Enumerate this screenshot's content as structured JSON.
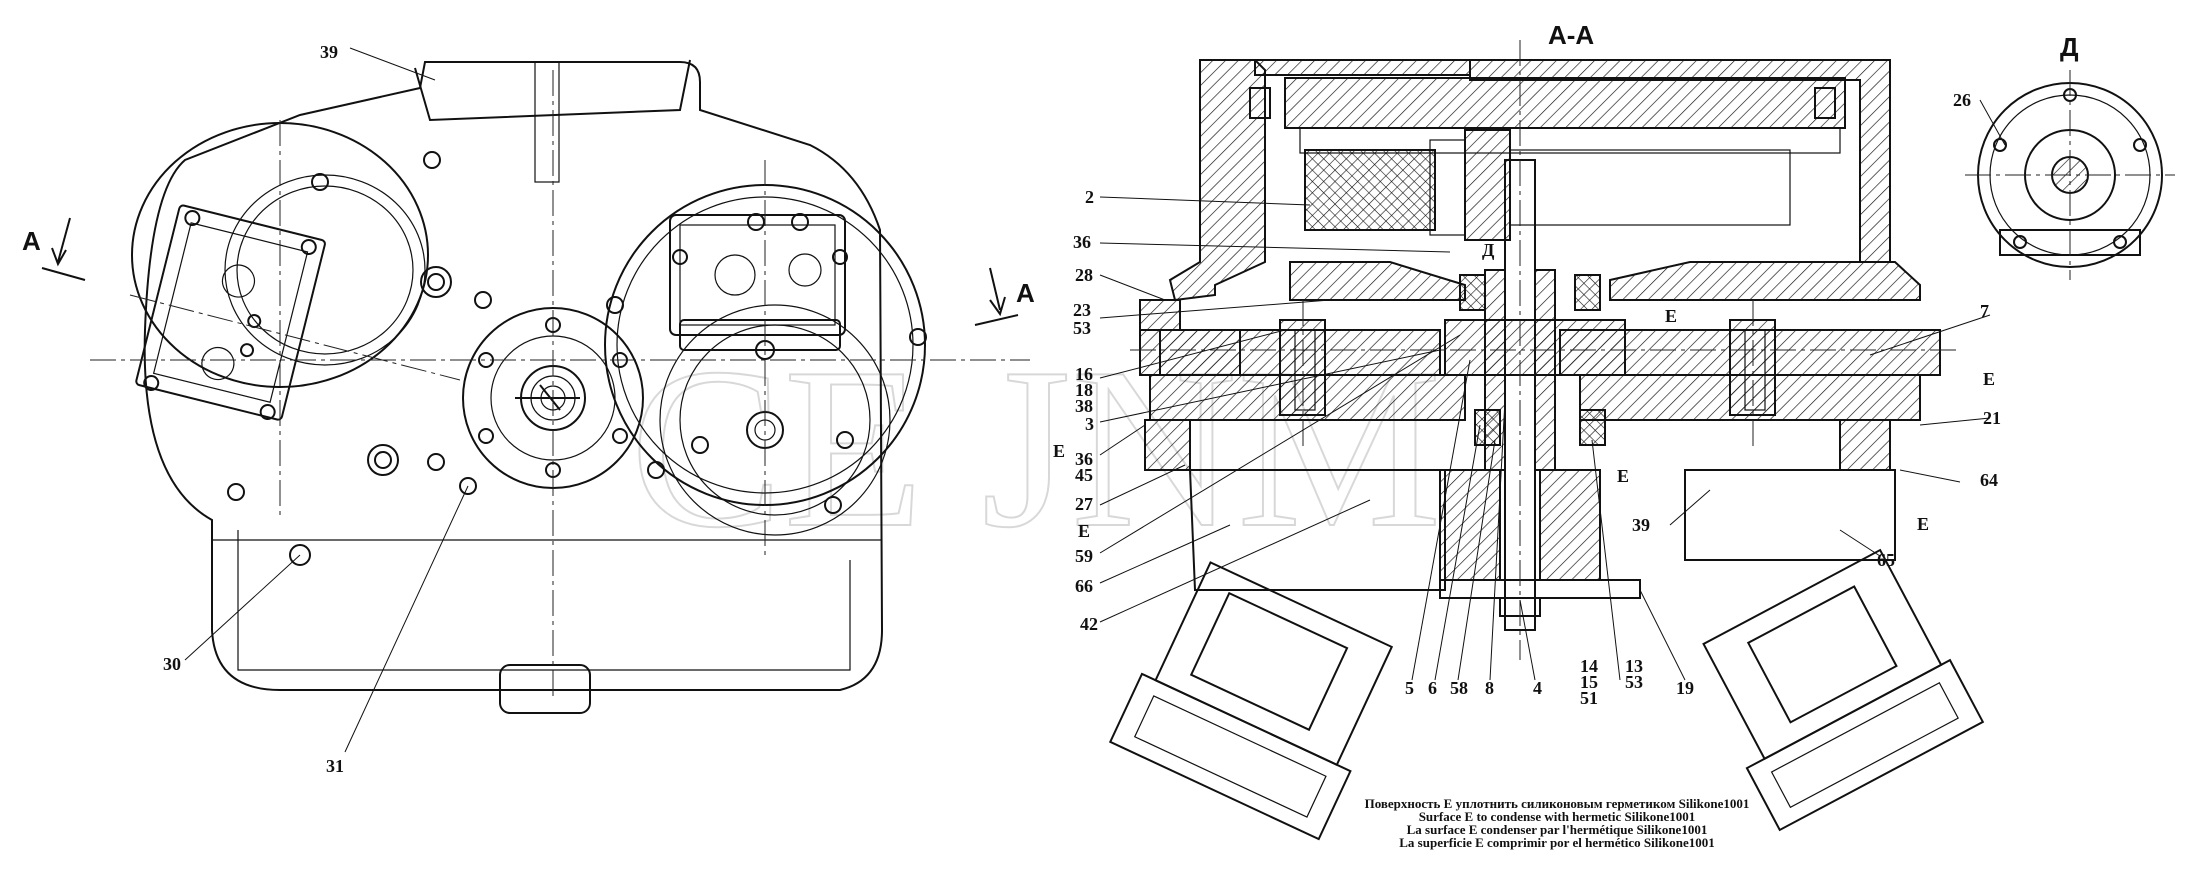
{
  "section_title": "А-А",
  "detail_title": "Д",
  "view_marker": "А",
  "section_marker": "Д",
  "surface_label": "Е",
  "watermark": "CE JNM",
  "note_lines": [
    "Поверхность Е уплотнить силиконовым герметиком Silikone1001",
    "Surface E to condense  with hermetic Silikone1001",
    "La surface E condenser par l'hermétique Silikone1001",
    "La superficie E comprimir por el hermético Silikone1001"
  ],
  "callouts": {
    "c39a": "39",
    "c30": "30",
    "c31": "31",
    "c2": "2",
    "c36a": "36",
    "c28": "28",
    "c23": "23",
    "c53a": "53",
    "c16": "16",
    "c18": "18",
    "c38": "38",
    "c3": "3",
    "c36b": "36",
    "c45": "45",
    "c27": "27",
    "c59": "59",
    "c66": "66",
    "c42": "42",
    "c5": "5",
    "c6": "6",
    "c58": "58",
    "c8": "8",
    "c4": "4",
    "c14": "14",
    "c15": "15",
    "c51": "51",
    "c13": "13",
    "c53b": "53",
    "c19": "19",
    "c7": "7",
    "c21": "21",
    "c64": "64",
    "c39b": "39",
    "c65": "65",
    "c26": "26"
  }
}
